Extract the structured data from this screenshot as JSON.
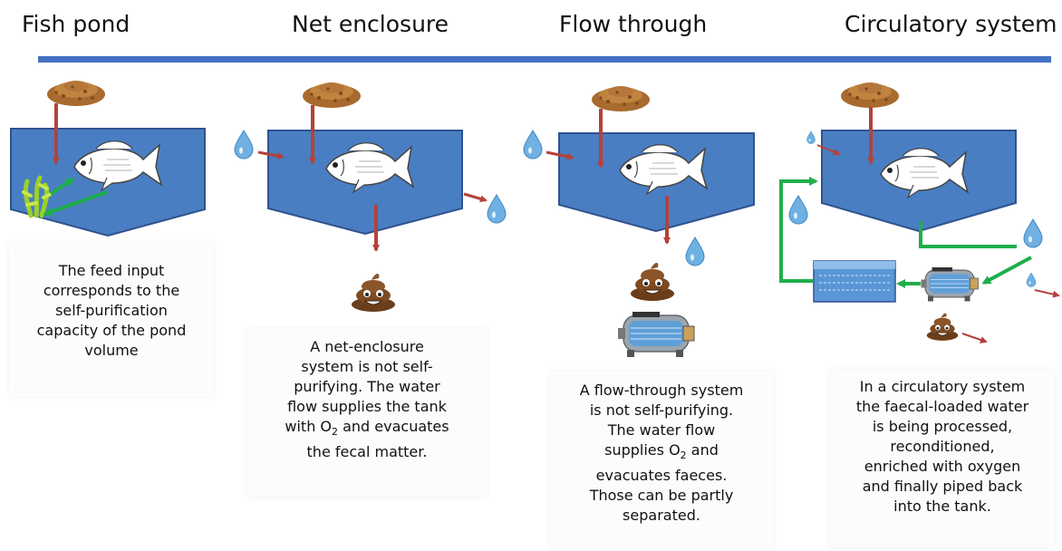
{
  "titles": [
    "Fish pond",
    "Net enclosure",
    "Flow through",
    "Circulatory system"
  ],
  "captions": {
    "fish_pond": [
      "The feed input",
      "corresponds to the",
      "self-purification",
      "capacity of the pond",
      "volume"
    ],
    "net_enclosure": {
      "lines": [
        "A net-enclosure",
        "system is not self-",
        "purifying. The water",
        "flow supplies the tank"
      ],
      "o2_prefix": "with O",
      "o2_sub": "2",
      "o2_suffix": " and evacuates",
      "last": "the fecal matter."
    },
    "flow_through": {
      "lines": [
        "A flow-through system",
        "is not self-purifying.",
        "The water flow"
      ],
      "o2_prefix": "supplies O",
      "o2_sub": "2",
      "o2_suffix": " and",
      "tail": [
        "evacuates faeces.",
        "Those can be partly",
        "separated."
      ]
    },
    "circulatory": [
      "In a circulatory system",
      "the faecal-loaded water",
      "is being processed,",
      "reconditioned,",
      "enriched with oxygen",
      "and finally piped back",
      "into the tank."
    ]
  },
  "colors": {
    "tank": "#4a7ec2",
    "tank_stroke": "#2f528f",
    "divider": "#4472c4",
    "feed_arrow": "#b5413a",
    "recirculation": "#1fae4b",
    "water_drop": "#6fb1e3"
  },
  "icons": [
    "feed-pile-icon",
    "fish-icon",
    "water-drop-icon",
    "poop-icon",
    "drum-filter-icon",
    "bio-filter-tank-icon",
    "water-plant-icon"
  ]
}
